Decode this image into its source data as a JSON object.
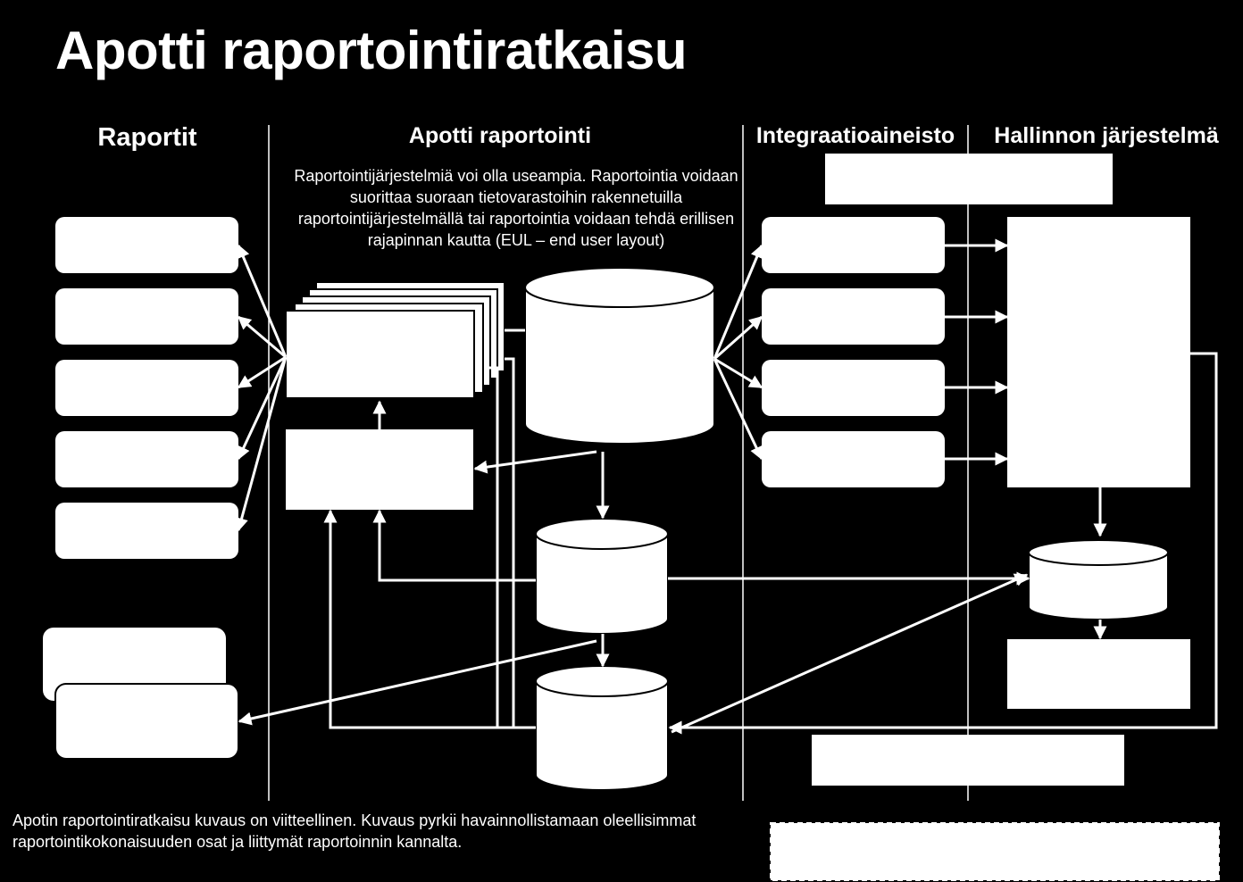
{
  "title": "Apotti raportointiratkaisu",
  "columns": {
    "reports": "Raportit",
    "apotti_reporting": "Apotti raportointi",
    "integration": "Integraatioaineisto",
    "admin_system": "Hallinnon järjestelmä"
  },
  "description": "Raportointijärjestelmiä voi olla useampia. Raportointia voidaan suorittaa suoraan tietovarastoihin rakennetuilla raportointijärjestelmällä tai raportointia voidaan tehdä erillisen rajapinnan kautta (EUL – end user layout)",
  "footnote": "Apotin raportointiratkaisu kuvaus on viitteellinen. Kuvaus pyrkii havainnollistamaan oleellisimmat raportointikokonaisuuden osat ja liittymät raportoinnin kannalta.",
  "colors": {
    "background": "#000000",
    "foreground": "#ffffff"
  }
}
